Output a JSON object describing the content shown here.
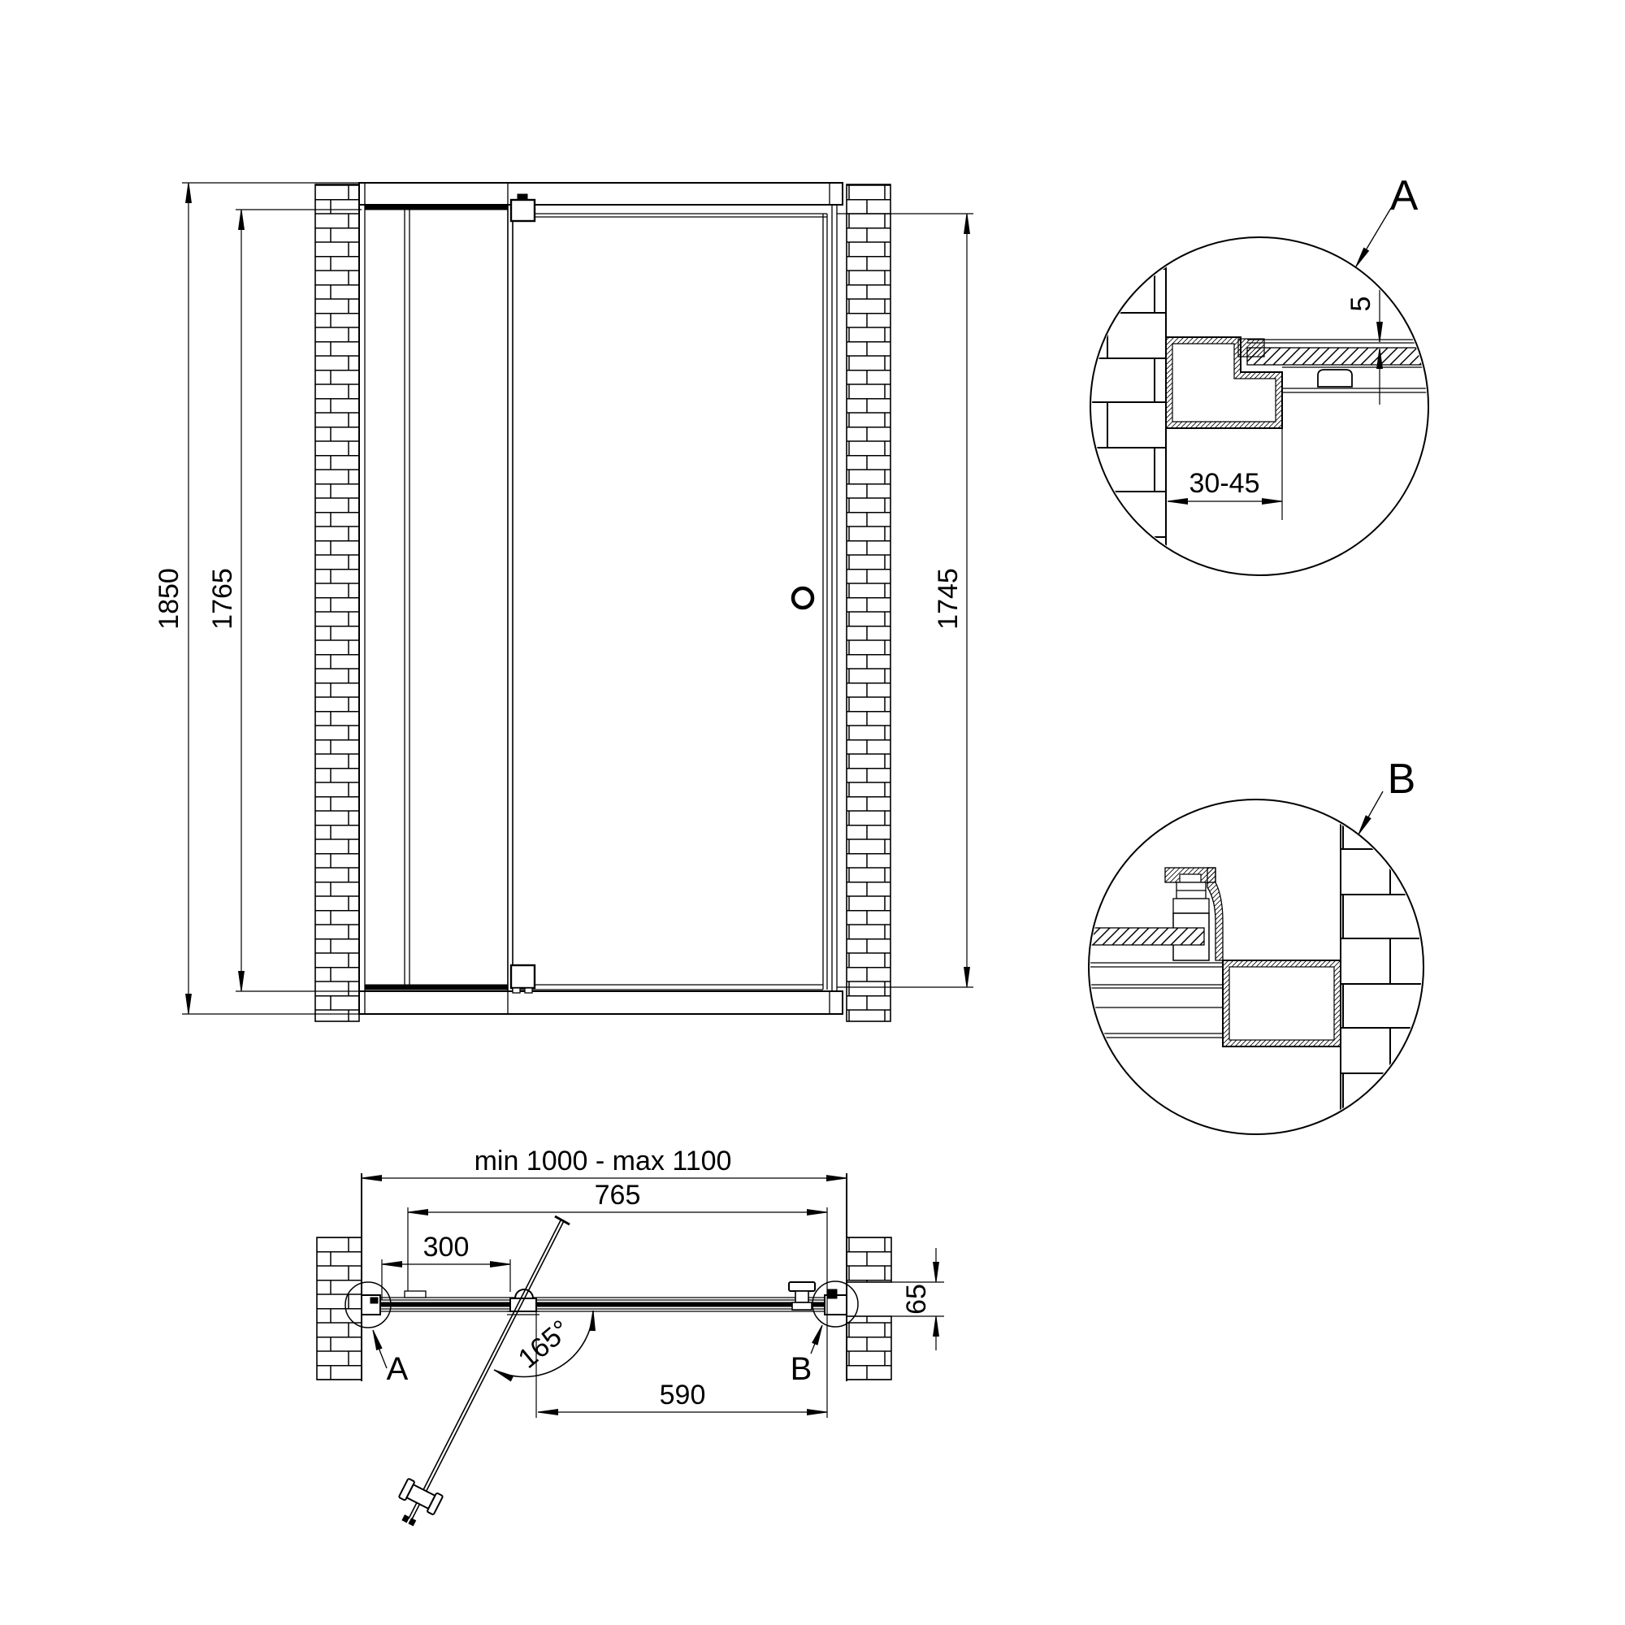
{
  "colors": {
    "line": "#000000",
    "background": "#ffffff"
  },
  "front_view": {
    "dim_total_height": "1850",
    "dim_opening_height": "1765",
    "dim_door_height": "1745"
  },
  "detail_a": {
    "label": "A",
    "dim_glass_gap": "5",
    "dim_mount_depth": "30-45"
  },
  "detail_b": {
    "label": "B"
  },
  "plan_view": {
    "dim_width_range": "min 1000 - max 1100",
    "dim_glass_width": "765",
    "dim_fixed_panel": "300",
    "dim_door_width": "590",
    "dim_open_angle": "165°",
    "dim_profile_depth": "65",
    "marker_a": "A",
    "marker_b": "B"
  }
}
